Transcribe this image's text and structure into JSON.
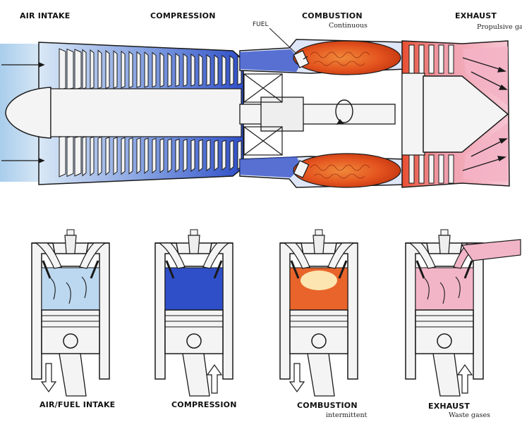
{
  "jet": {
    "stages": [
      {
        "label": "AIR INTAKE",
        "sublabel": ""
      },
      {
        "label": "COMPRESSION",
        "sublabel": ""
      },
      {
        "label": "COMBUSTION",
        "sublabel": "Continuous"
      },
      {
        "label": "EXHAUST",
        "sublabel": "Propulsive gas"
      }
    ],
    "fuel_label": "FUEL"
  },
  "piston": {
    "stages": [
      {
        "label": "AIR/FUEL INTAKE",
        "sublabel": ""
      },
      {
        "label": "COMPRESSION",
        "sublabel": ""
      },
      {
        "label": "COMBUSTION",
        "sublabel": "intermittent"
      },
      {
        "label": "EXHAUST",
        "sublabel": "Waste gases"
      }
    ]
  },
  "colors": {
    "intake": "#bcd8f0",
    "compression": "#2f4fc8",
    "combustion": "#e8642a",
    "exhaust": "#f2b5c8",
    "metal": "#f4f4f4",
    "outline": "#1a1a1a"
  }
}
